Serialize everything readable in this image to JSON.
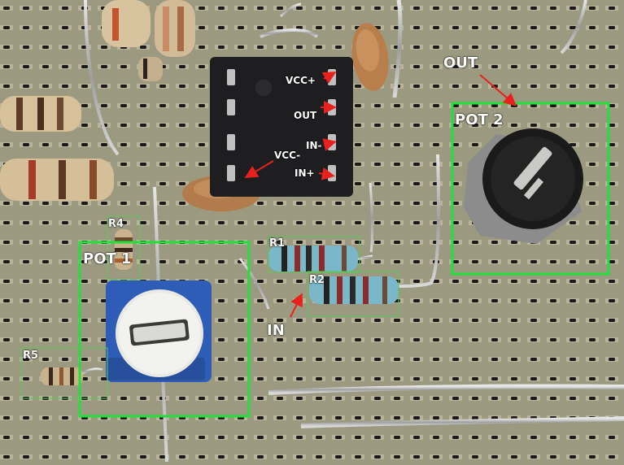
{
  "annotations": {
    "pot1": "POT 1",
    "pot2": "POT 2",
    "r1": "R1",
    "r2": "R2",
    "r4": "R4",
    "r5": "R5",
    "in_label": "IN",
    "out_label": "OUT",
    "ic_vcc_plus": "VCC+",
    "ic_out": "OUT",
    "ic_in_minus": "IN-",
    "ic_in_plus": "IN+",
    "ic_vcc_minus": "VCC-"
  },
  "colors": {
    "annotation_box_strong": "#22e03a",
    "annotation_box_thin": "#58c858",
    "arrow": "#e8201e",
    "board": "#9b9a80",
    "pad": "#b9b39a",
    "hole": "#1b1a16",
    "ic_body": "#1e1e21",
    "pot1_body": "#2e5db7",
    "pot2_body": "#1a1a1a"
  }
}
